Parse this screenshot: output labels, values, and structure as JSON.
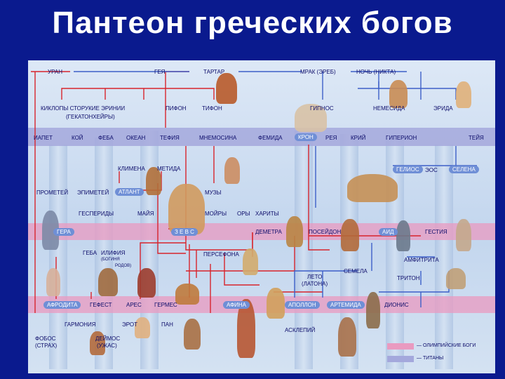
{
  "title": "Пантеон греческих богов",
  "gods": {
    "uran": "УРАН",
    "geya": "ГЕЯ",
    "tartar": "ТАРТАР",
    "mrak": "МРАК (ЭРЕБ)",
    "noch": "НОЧЬ (НИКТА)",
    "kiklopy": "КИКЛОПЫ  СТОРУКИЕ  ЭРИНИИ",
    "gekaton": "(ГЕКАТОНХЕЙРЫ)",
    "pifon": "ПИФОН",
    "tifon": "ТИФОН",
    "gipnos": "ГИПНОС",
    "nemesida": "НЕМЕСИДА",
    "erida": "ЭРИДА",
    "iapet": "ИАПЕТ",
    "koy": "КОЙ",
    "feba": "ФЕБА",
    "okean": "ОКЕАН",
    "tefiya": "ТЕФИЯ",
    "mnemosina": "МНЕМОСИНА",
    "femida": "ФЕМИДА",
    "kron": "КРОН",
    "reya": "РЕЯ",
    "kriy": "КРИЙ",
    "giperion": "ГИПЕРИОН",
    "teyya": "ТЕЙЯ",
    "klimena": "КЛИМЕНА",
    "metida": "МЕТИДА",
    "gelios": "ГЕЛИОС",
    "eos": "ЭОС",
    "selena": "СЕЛЕНА",
    "prometey": "ПРОМЕТЕЙ",
    "epimetey": "ЭПИМЕТЕЙ",
    "atlant": "АТЛАНТ",
    "muzy": "МУЗЫ",
    "gesperidy": "ГЕСПЕРИДЫ",
    "mayya": "МАЙЯ",
    "moyry": "МОЙРЫ",
    "ory": "ОРЫ",
    "harity": "ХАРИТЫ",
    "gera": "ГЕРА",
    "zevs": "З Е В С",
    "demetra": "ДЕМЕТРА",
    "poseydon": "ПОСЕЙДОН",
    "aid": "АИД",
    "gestiya": "ГЕСТИЯ",
    "geba": "ГЕБА",
    "iliffiya": "ИЛИФИЯ",
    "boginya": "(БОГИНЯ",
    "rodov": "РОДОВ)",
    "persefona": "ПЕРСЕФОНА",
    "semela": "СЕМЕЛА",
    "amfitrita": "АМФИТРИТА",
    "leto": "ЛЕТО",
    "latona": "(ЛАТОНА)",
    "triton": "ТРИТОН",
    "afrodita": "АФРОДИТА",
    "gefest": "ГЕФЕСТ",
    "ares": "АРЕС",
    "germes": "ГЕРМЕС",
    "afina": "АФИНА",
    "apollon": "АПОЛЛОН",
    "artemida": "АРТЕМИДА",
    "dionis": "ДИОНИС",
    "garmoniya": "ГАРМОНИЯ",
    "erot": "ЭРОТ",
    "pan": "ПАН",
    "asklepiy": "АСКЛЕПИЙ",
    "fobos": "ФОБОС",
    "strah": "(СТРАХ)",
    "deymos": "ДЕЙМОС",
    "uzhas": "(УЖАС)"
  },
  "legend": {
    "olymp": "— ОЛИМПИЙСКИЕ БОГИ",
    "titany": "— ТИТАНЫ",
    "olymp_color": "#e99ac0",
    "titany_color": "#a4a8dc"
  },
  "colors": {
    "background": "#0a1a8e",
    "link_red": "#d8242c",
    "link_blue": "#3d5fc8"
  }
}
